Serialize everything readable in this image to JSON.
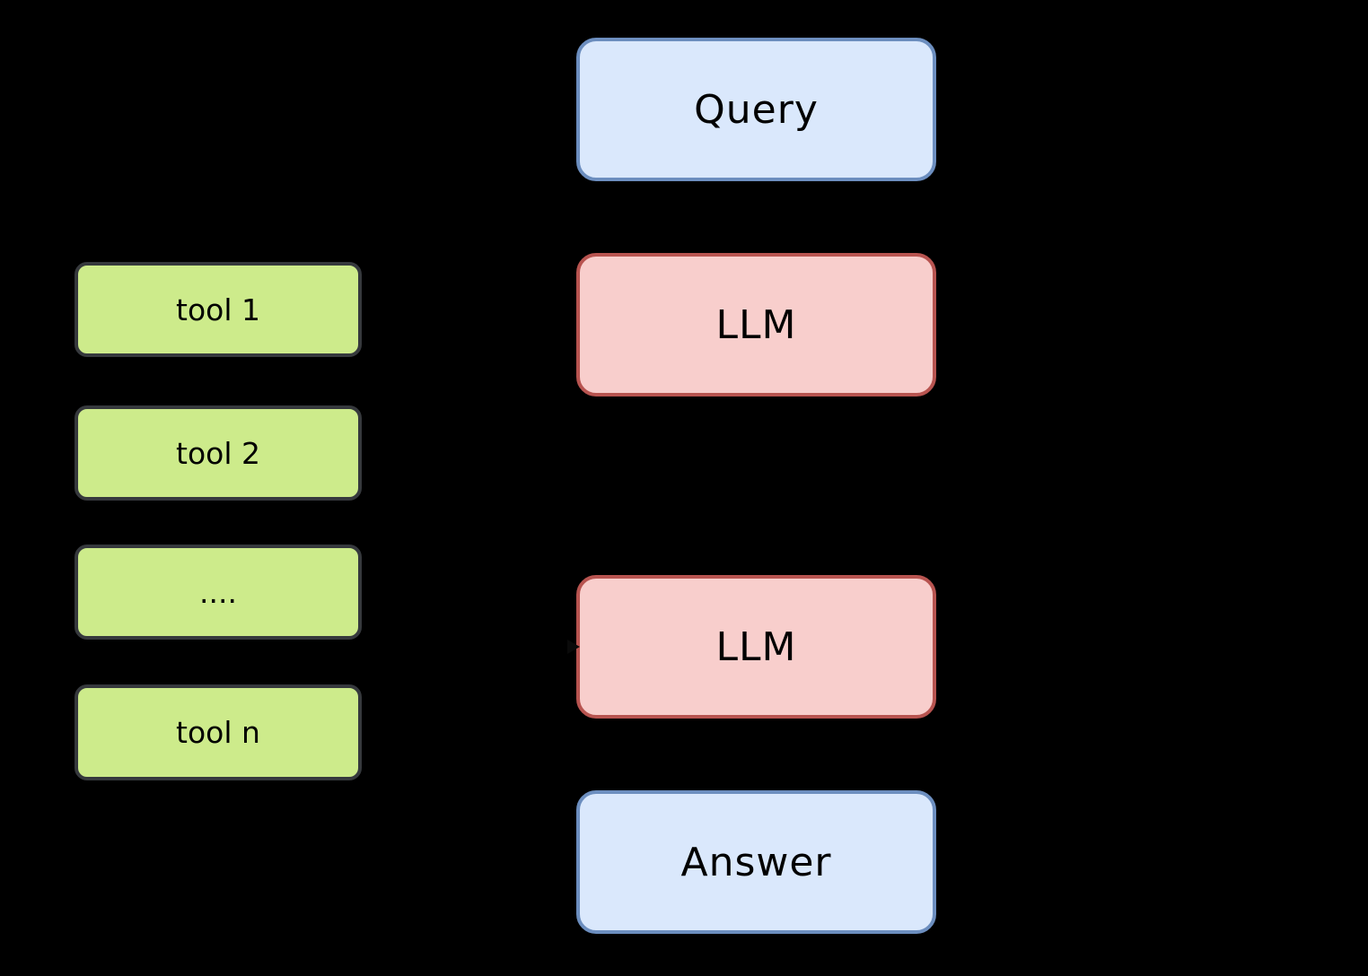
{
  "background": "#000000",
  "colors": {
    "background": "#000000",
    "label_text": "#000000",
    "blue_fill": "#dae8fc",
    "blue_border": "#6c8ebf",
    "red_fill": "#f8cecc",
    "red_border": "#b85450",
    "green_fill": "#cdeb8b",
    "green_border": "#36393d"
  },
  "diagram": {
    "flow_nodes": {
      "query": {
        "label": "Query",
        "color": "blue"
      },
      "llm_top": {
        "label": "LLM",
        "color": "red"
      },
      "llm_bottom": {
        "label": "LLM",
        "color": "red"
      },
      "answer": {
        "label": "Answer",
        "color": "blue"
      }
    },
    "tool_nodes": [
      {
        "label": "tool 1"
      },
      {
        "label": "tool 2"
      },
      {
        "label": "...."
      },
      {
        "label": "tool n"
      }
    ]
  }
}
